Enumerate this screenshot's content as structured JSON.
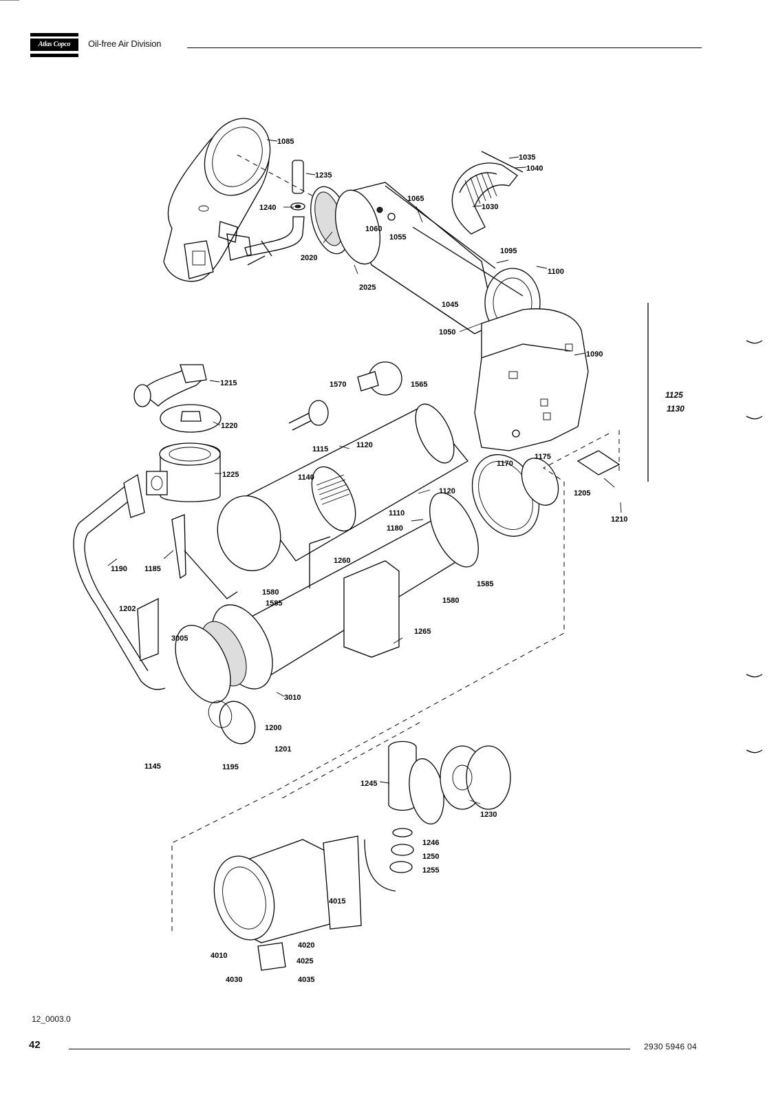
{
  "header": {
    "brand": "Atlas Copco",
    "division": "Oil-free Air Division"
  },
  "parts": [
    "1085",
    "1235",
    "1240",
    "2020",
    "1035",
    "1040",
    "1030",
    "1065",
    "1060",
    "1055",
    "1095",
    "1100",
    "2025",
    "1045",
    "1050",
    "1090",
    "1215",
    "1570",
    "1565",
    "1220",
    "1115",
    "1120",
    "1225",
    "1140",
    "1120",
    "1110",
    "1180",
    "1170",
    "1175",
    "1205",
    "1210",
    "1260",
    "1190",
    "1185",
    "1580",
    "1585",
    "1585",
    "1580",
    "1202",
    "3005",
    "1265",
    "3010",
    "1200",
    "1201",
    "1145",
    "1195",
    "1245",
    "1230",
    "1246",
    "1250",
    "1255",
    "4015",
    "4020",
    "4010",
    "4025",
    "4030",
    "4035"
  ],
  "side_labels": [
    "1125",
    "1130"
  ],
  "footer": {
    "figure_id": "12_0003.0",
    "page_number": "42",
    "doc_number": "2930  5946 04"
  }
}
